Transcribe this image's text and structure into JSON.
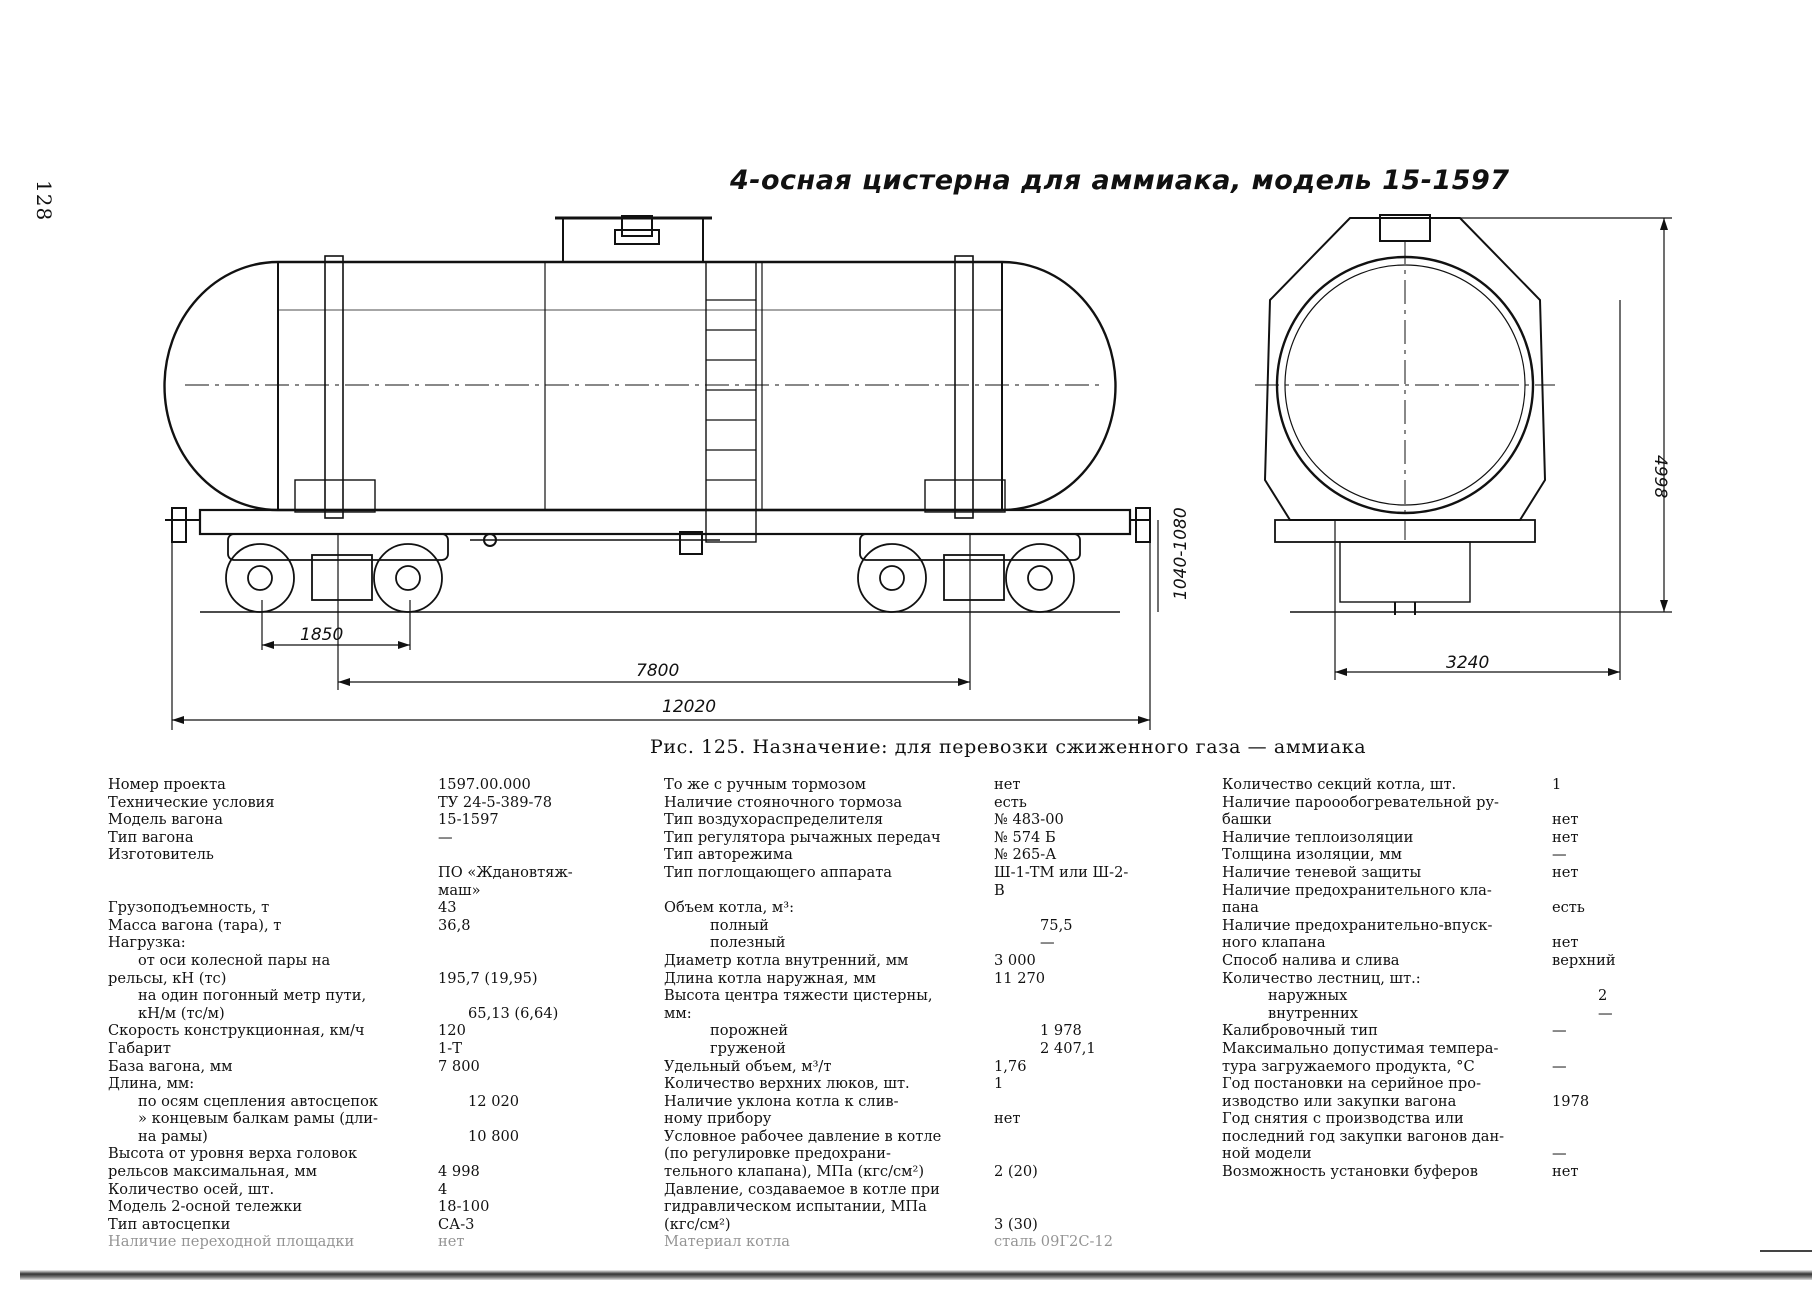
{
  "page": {
    "number": "128",
    "drawing_title": "4-осная цистерна для аммиака, модель 15-1597",
    "caption": "Рис. 125. Назначение: для перевозки сжиженного газа — аммиака"
  },
  "dimensions": {
    "bogie_base": "1850",
    "wagon_base": "7800",
    "length": "12020",
    "coupler_height": "1040-1080",
    "height": "4998",
    "width": "3240"
  },
  "specs": {
    "col1": [
      {
        "label": "Номер проекта",
        "value": "1597.00.000"
      },
      {
        "label": "Технические условия",
        "value": "ТУ 24-5-389-78"
      },
      {
        "label": "Модель вагона",
        "value": "15-1597"
      },
      {
        "label": "Тип вагона",
        "value": "—"
      },
      {
        "label": "Изготовитель",
        "value": ""
      },
      {
        "label": "",
        "value": "ПО «Ждановтяж-"
      },
      {
        "label": "",
        "value": "маш»"
      },
      {
        "label": "Грузоподъемность, т",
        "value": "43"
      },
      {
        "label": "Масса вагона (тара), т",
        "value": "36,8"
      },
      {
        "label": "Нагрузка:",
        "value": ""
      },
      {
        "label": "от оси колесной пары на",
        "value": "",
        "indent": 1
      },
      {
        "label": "рельсы, кН (тс)",
        "value": "195,7 (19,95)"
      },
      {
        "label": "на один погонный метр пути,",
        "value": "",
        "indent": 1
      },
      {
        "label": "кН/м (тс/м)",
        "value": "65,13 (6,64)",
        "indent": 1
      },
      {
        "label": "Скорость конструкционная, км/ч",
        "value": "120"
      },
      {
        "label": "Габарит",
        "value": "1-Т"
      },
      {
        "label": "База вагона, мм",
        "value": "7 800"
      },
      {
        "label": "Длина, мм:",
        "value": ""
      },
      {
        "label": "по осям сцепления автосцепок",
        "value": "12 020",
        "indent": 1
      },
      {
        "label": "» концевым балкам рамы (дли-",
        "value": "",
        "indent": 1
      },
      {
        "label": "на рамы)",
        "value": "10 800",
        "indent": 1
      },
      {
        "label": "Высота от уровня верха головок",
        "value": ""
      },
      {
        "label": "рельсов максимальная, мм",
        "value": "4 998"
      },
      {
        "label": "Количество осей, шт.",
        "value": "4"
      },
      {
        "label": "Модель 2-осной тележки",
        "value": "18-100"
      },
      {
        "label": "Тип автосцепки",
        "value": "СА-3"
      },
      {
        "label": "Наличие переходной площадки",
        "value": "нет",
        "faded": true
      }
    ],
    "col2": [
      {
        "label": "То же с ручным тормозом",
        "value": "нет"
      },
      {
        "label": "Наличие стояночного тормоза",
        "value": "есть"
      },
      {
        "label": "Тип воздухораспределителя",
        "value": "№ 483-00"
      },
      {
        "label": "Тип регулятора рычажных передач",
        "value": "№ 574 Б"
      },
      {
        "label": "Тип авторежима",
        "value": "№ 265-А"
      },
      {
        "label": "Тип поглощающего аппарата",
        "value": "Ш-1-ТМ или Ш-2-В"
      },
      {
        "label": "Объем котла, м³:",
        "value": ""
      },
      {
        "label": "полный",
        "value": "75,5",
        "indent": 2
      },
      {
        "label": "полезный",
        "value": "—",
        "indent": 2
      },
      {
        "label": "Диаметр котла внутренний, мм",
        "value": "3 000"
      },
      {
        "label": "Длина котла наружная, мм",
        "value": "11 270"
      },
      {
        "label": "Высота центра тяжести цистерны,",
        "value": ""
      },
      {
        "label": "мм:",
        "value": ""
      },
      {
        "label": "порожней",
        "value": "1 978",
        "indent": 2
      },
      {
        "label": "груженой",
        "value": "2 407,1",
        "indent": 2
      },
      {
        "label": "Удельный объем, м³/т",
        "value": "1,76"
      },
      {
        "label": "Количество верхних люков, шт.",
        "value": "1"
      },
      {
        "label": "Наличие уклона котла к слив-",
        "value": ""
      },
      {
        "label": "ному прибору",
        "value": "нет"
      },
      {
        "label": "Условное рабочее давление в котле",
        "value": ""
      },
      {
        "label": "(по регулировке предохрани-",
        "value": ""
      },
      {
        "label": "тельного клапана), МПа (кгс/см²)",
        "value": "2 (20)"
      },
      {
        "label": "Давление, создаваемое в котле при",
        "value": ""
      },
      {
        "label": "гидравлическом испытании, МПа",
        "value": ""
      },
      {
        "label": "(кгс/см²)",
        "value": "3 (30)"
      },
      {
        "label": "Материал котла",
        "value": "сталь 09Г2С-12",
        "faded": true
      }
    ],
    "col3": [
      {
        "label": "Количество секций котла, шт.",
        "value": "1"
      },
      {
        "label": "Наличие пароообогревательной ру-",
        "value": ""
      },
      {
        "label": "башки",
        "value": "нет"
      },
      {
        "label": "Наличие теплоизоляции",
        "value": "нет"
      },
      {
        "label": "Толщина изоляции, мм",
        "value": "—"
      },
      {
        "label": "Наличие теневой защиты",
        "value": "нет"
      },
      {
        "label": "Наличие предохранительного кла-",
        "value": ""
      },
      {
        "label": "пана",
        "value": "есть"
      },
      {
        "label": "Наличие предохранительно-впуск-",
        "value": ""
      },
      {
        "label": "ного клапана",
        "value": "нет"
      },
      {
        "label": "Способ налива и слива",
        "value": "верхний"
      },
      {
        "label": "Количество лестниц, шт.:",
        "value": ""
      },
      {
        "label": "наружных",
        "value": "2",
        "indent": 2
      },
      {
        "label": "внутренних",
        "value": "—",
        "indent": 2
      },
      {
        "label": "Калибровочный тип",
        "value": "—"
      },
      {
        "label": "Максимально допустимая темпера-",
        "value": ""
      },
      {
        "label": "тура загружаемого продукта, °С",
        "value": "—"
      },
      {
        "label": "Год постановки на серийное про-",
        "value": ""
      },
      {
        "label": "изводство или закупки вагона",
        "value": "1978"
      },
      {
        "label": "Год снятия с производства или",
        "value": ""
      },
      {
        "label": "последний год закупки вагонов дан-",
        "value": ""
      },
      {
        "label": "ной модели",
        "value": "—"
      },
      {
        "label": "Возможность установки буферов",
        "value": "нет"
      }
    ]
  }
}
